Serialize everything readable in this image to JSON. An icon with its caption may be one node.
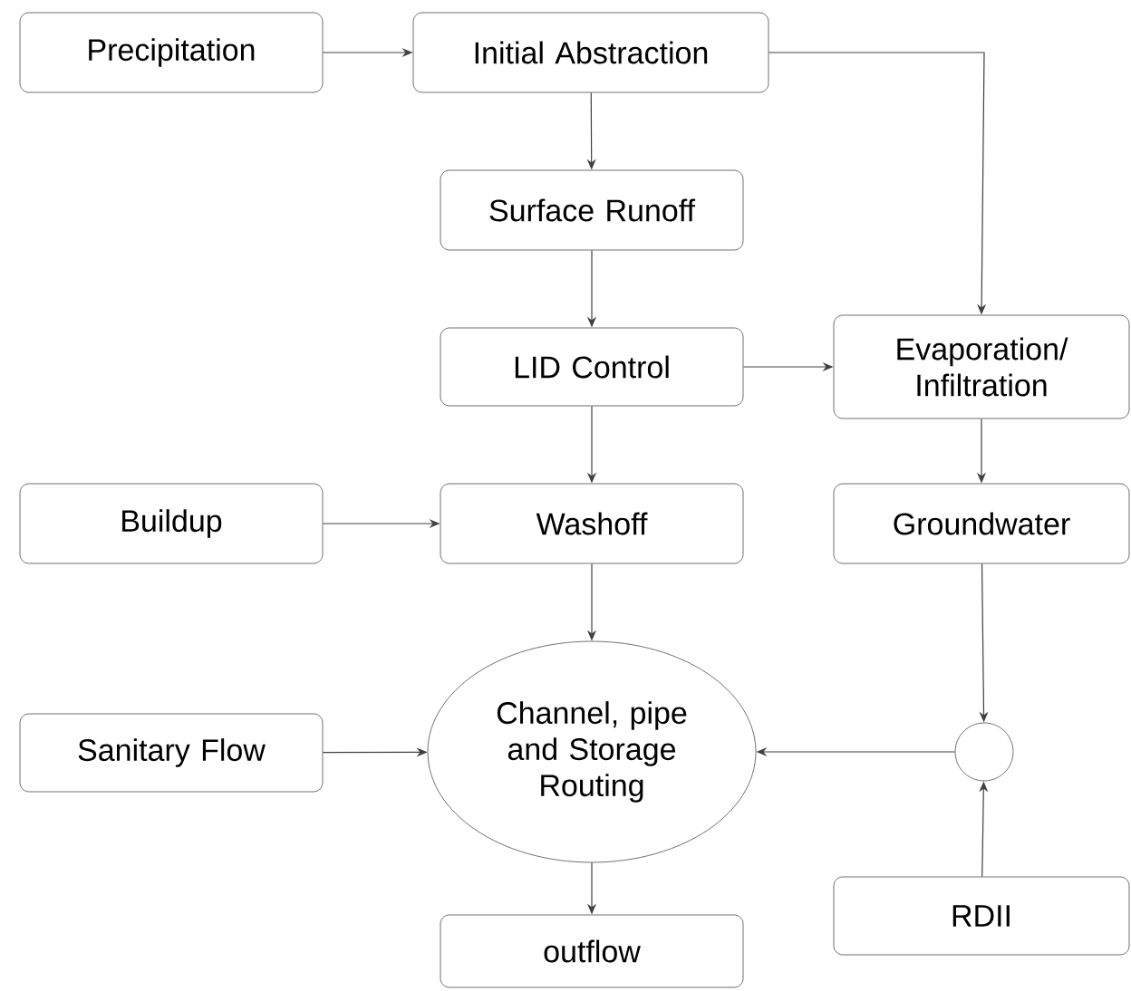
{
  "diagram": {
    "nodes": [
      {
        "text": [
          "Precipitation"
        ]
      },
      {
        "text": [
          "Initial Abstraction"
        ]
      },
      {
        "text": [
          "Surface Runoff"
        ]
      },
      {
        "text": [
          "LID Control"
        ]
      },
      {
        "text": [
          "Evaporation/ Infiltration"
        ]
      },
      {
        "text": [
          "Buildup"
        ]
      },
      {
        "text": [
          "Washoff"
        ]
      },
      {
        "text": [
          "Groundwater"
        ]
      },
      {
        "text": [
          "Sanitary Flow"
        ]
      },
      {
        "text": [
          "Channel, pipe and Storage Routing"
        ]
      },
      {
        "text": [],
        "shape": "circle"
      },
      {
        "text": [
          "RDII"
        ]
      },
      {
        "text": [
          "outflow"
        ]
      }
    ],
    "edges": [
      {
        "from": 0,
        "to": 1,
        "arrow": "to"
      },
      {
        "from": 1,
        "to": 2,
        "arrow": "to"
      },
      {
        "from": 1,
        "to": 4,
        "arrow": "to"
      },
      {
        "from": 2,
        "to": 3,
        "arrow": "to"
      },
      {
        "from": 3,
        "to": 4,
        "arrow": "to"
      },
      {
        "from": 3,
        "to": 6,
        "arrow": "to"
      },
      {
        "from": 5,
        "to": 6,
        "arrow": "to"
      },
      {
        "from": 4,
        "to": 7,
        "arrow": "to"
      },
      {
        "from": 6,
        "to": 9,
        "arrow": "to"
      },
      {
        "from": 8,
        "to": 9,
        "arrow": "to"
      },
      {
        "from": 7,
        "to": 10,
        "arrow": "to"
      },
      {
        "from": 11,
        "to": 10,
        "arrow": "to"
      },
      {
        "from": 10,
        "to": 9,
        "arrow": "to"
      },
      {
        "from": 9,
        "to": 12,
        "arrow": "to"
      }
    ]
  }
}
